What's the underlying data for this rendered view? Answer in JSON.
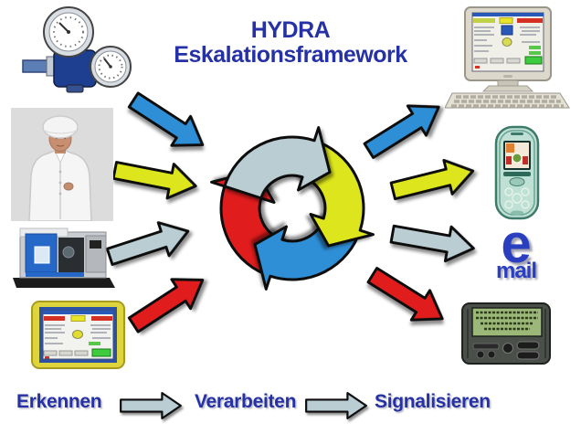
{
  "title": {
    "line1": "HYDRA",
    "line2": "Eskalationsframework"
  },
  "process_steps": [
    {
      "label": "Erkennen"
    },
    {
      "label": "Verarbeiten"
    },
    {
      "label": "Signalisieren"
    }
  ],
  "email_logo": {
    "letter": "e",
    "word": "mail"
  },
  "cycle": {
    "direction": "clockwise",
    "segments": [
      {
        "position": "top",
        "color": "#b9cdd2"
      },
      {
        "position": "right",
        "color": "#dde61e"
      },
      {
        "position": "bottom",
        "color": "#2e8ed6"
      },
      {
        "position": "left",
        "color": "#e01e1e"
      }
    ]
  },
  "input_sources": [
    {
      "name": "pressure-regulator",
      "arrow_color": "#2e8ed6"
    },
    {
      "name": "operator",
      "arrow_color": "#dde61e"
    },
    {
      "name": "cnc-machine",
      "arrow_color": "#b9cdd2"
    },
    {
      "name": "hmi-terminal",
      "arrow_color": "#e01e1e"
    }
  ],
  "output_targets": [
    {
      "name": "desktop-computer",
      "arrow_color": "#2e8ed6"
    },
    {
      "name": "mobile-phone",
      "arrow_color": "#dde61e"
    },
    {
      "name": "email",
      "arrow_color": "#b9cdd2"
    },
    {
      "name": "pager",
      "arrow_color": "#e01e1e"
    }
  ],
  "colors": {
    "title_text": "#2531a5",
    "step_label_text": "#2531a5",
    "background": "#ffffff",
    "arrow_outline": "#111111"
  }
}
